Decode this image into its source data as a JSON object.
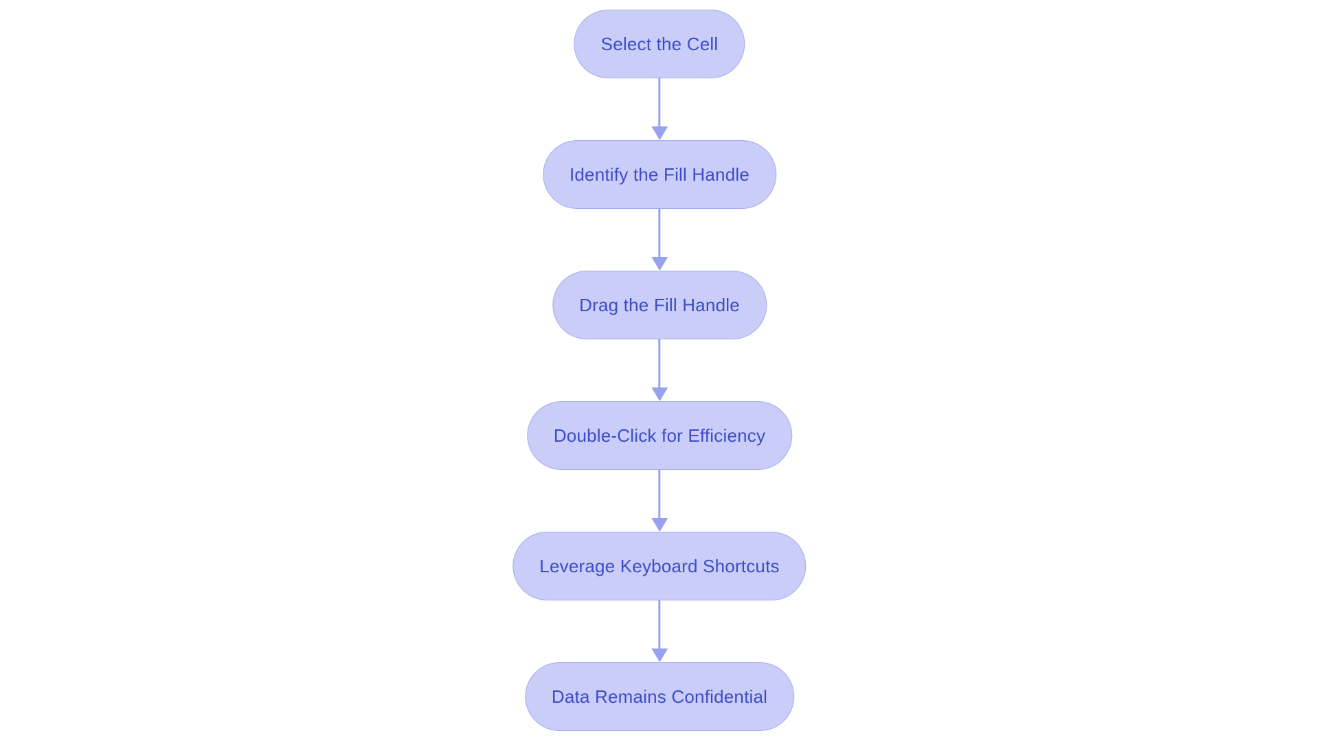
{
  "diagram": {
    "type": "flowchart",
    "direction": "top-down",
    "nodes": [
      {
        "id": "select-cell",
        "label": "Select the Cell"
      },
      {
        "id": "identify-handle",
        "label": "Identify the Fill Handle"
      },
      {
        "id": "drag-handle",
        "label": "Drag the Fill Handle"
      },
      {
        "id": "double-click",
        "label": "Double-Click for Efficiency"
      },
      {
        "id": "keyboard-shortcuts",
        "label": "Leverage Keyboard Shortcuts"
      },
      {
        "id": "data-confidential",
        "label": "Data Remains Confidential"
      }
    ],
    "edges": [
      {
        "from": "select-cell",
        "to": "identify-handle"
      },
      {
        "from": "identify-handle",
        "to": "drag-handle"
      },
      {
        "from": "drag-handle",
        "to": "double-click"
      },
      {
        "from": "double-click",
        "to": "keyboard-shortcuts"
      },
      {
        "from": "keyboard-shortcuts",
        "to": "data-confidential"
      }
    ]
  },
  "colors": {
    "background": "#ffffff",
    "node_fill": "#c9cdf8",
    "node_border": "#a5abf1",
    "node_text": "#3e4cc7",
    "arrow": "#97a1ef"
  }
}
